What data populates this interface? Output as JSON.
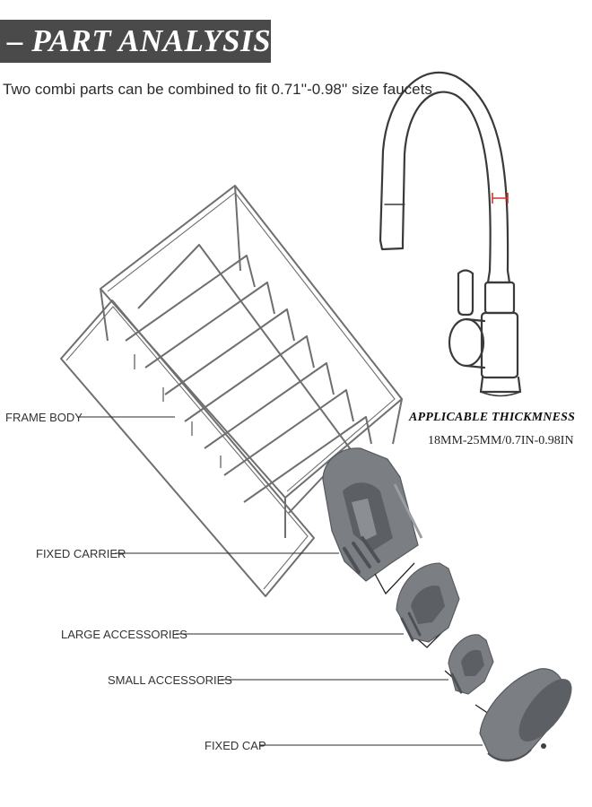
{
  "banner": {
    "title": "– PART ANALYSIS"
  },
  "subtitle": "Two combi parts can be combined to fit 0.71''-0.98'' size faucets",
  "thickness": {
    "title": "APPLICABLE THICKMNESS",
    "value": "18MM-25MM/0.7IN-0.98IN"
  },
  "labels": {
    "frame_body": "FRAME BODY",
    "fixed_carrier": "FIXED CARRIER",
    "large_accessories": "LARGE ACCESSORIES",
    "small_accessories": "SMALL ACCESSORIES",
    "fixed_cap": "FIXED CAP"
  },
  "colors": {
    "banner_bg": "#4a4a4a",
    "part_gray": "#7b7e82",
    "part_dark": "#5c5f63",
    "wire": "#6f6f6f",
    "accent_red": "#d2342c"
  }
}
